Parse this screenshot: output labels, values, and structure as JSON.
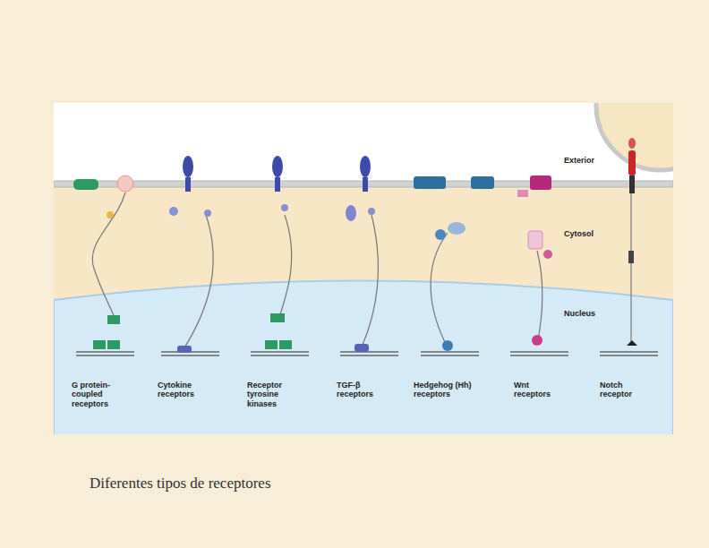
{
  "diagram": {
    "caption": "Diferentes tipos de receptores",
    "labels": [
      "Exterior",
      "Cytosol",
      "Nucleus",
      "G protein-coupled receptors",
      "Cytokine receptors",
      "Receptor tyrosine kinases",
      "TGF-β receptors",
      "Hedgehog (Hh) receptors",
      "Wnt receptors",
      "Notch receptor"
    ]
  }
}
